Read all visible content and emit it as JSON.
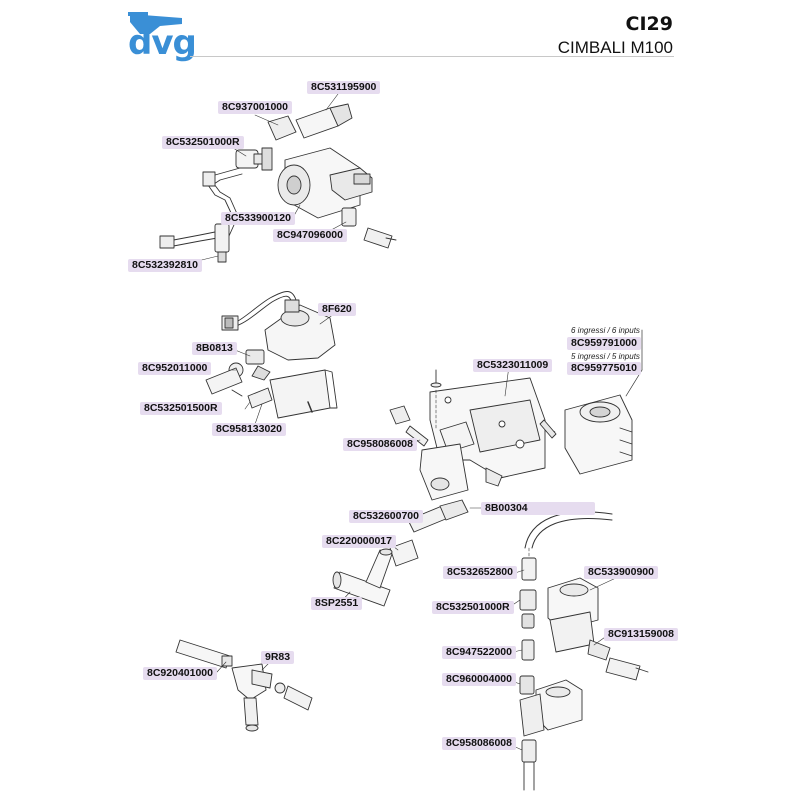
{
  "header": {
    "brand": "dvg",
    "title": "CI29",
    "subtitle": "CIMBALI M100",
    "brand_color": "#3a8fd6",
    "label_color": "#e6dcef"
  },
  "notes": {
    "six_inputs": "6 ingressi / 6 inputs",
    "five_inputs": "5 ingressi / 5 inputs"
  },
  "parts": {
    "p01": "8C531195900",
    "p02": "8C937001000",
    "p03": "8C532501000R",
    "p04": "8C533900120",
    "p05": "8C947096000",
    "p06": "8C532392810",
    "p07": "8F620",
    "p08": "8B0813",
    "p09": "8C952011000",
    "p10": "8C532501500R",
    "p11": "8C958133020",
    "p12": "8C5323011009",
    "p13": "8C958086008",
    "p14": "8B00304",
    "p15": "8C532600700",
    "p16": "8C220000017",
    "p17": "8SP2551",
    "p18": "8C959791000",
    "p19": "8C959775010",
    "p20": "8C532652800",
    "p21": "8C533900900",
    "p22": "8C532501000R",
    "p23": "8C913159008",
    "p24": "8C947522000",
    "p25": "8C960004000",
    "p26": "8C958086008",
    "p27": "8C920401000",
    "p28": "9R83"
  }
}
